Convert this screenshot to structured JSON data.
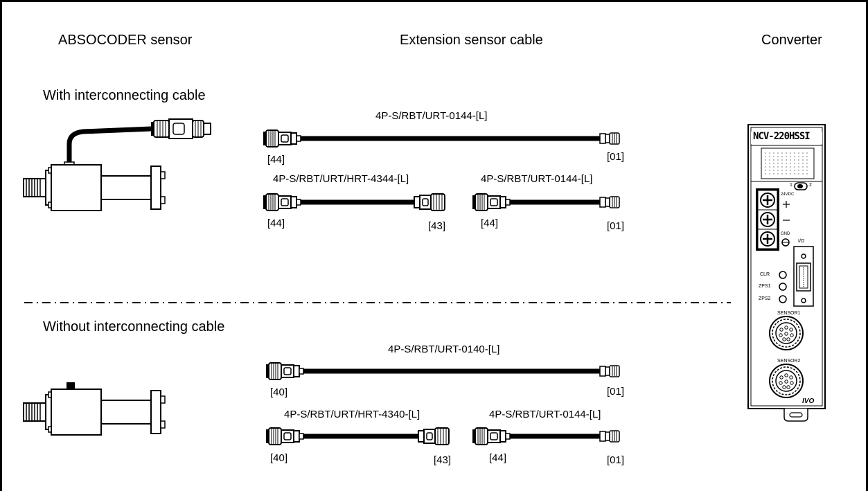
{
  "headers": {
    "sensor": "ABSOCODER sensor",
    "extension": "Extension sensor cable",
    "converter": "Converter"
  },
  "sections": {
    "with": "With interconnecting cable",
    "without": "Without interconnecting cable"
  },
  "cables": {
    "with_long": {
      "model": "4P-S/RBT/URT-0144-[L]",
      "left": "[44]",
      "right": "[01]"
    },
    "with_a": {
      "model": "4P-S/RBT/URT/HRT-4344-[L]",
      "left": "[44]",
      "right": "[43]"
    },
    "with_b": {
      "model": "4P-S/RBT/URT-0144-[L]",
      "left": "[44]",
      "right": "[01]"
    },
    "without_long": {
      "model": "4P-S/RBT/URT-0140-[L]",
      "left": "[40]",
      "right": "[01]"
    },
    "without_a": {
      "model": "4P-S/RBT/URT/HRT-4340-[L]",
      "left": "[40]",
      "right": "[43]"
    },
    "without_b": {
      "model": "4P-S/RBT/URT-0144-[L]",
      "left": "[44]",
      "right": "[01]"
    }
  },
  "converter": {
    "model": "NCV-220HSSI",
    "switch_1": "1",
    "switch_2": "2",
    "power": "24VDC",
    "gnd": "GND",
    "io": "I/O",
    "clr": "CLR",
    "zps1": "ZPS1",
    "zps2": "ZPS2",
    "sensor1": "SENSOR1",
    "sensor2": "SENSOR2",
    "logo": "IVO"
  }
}
